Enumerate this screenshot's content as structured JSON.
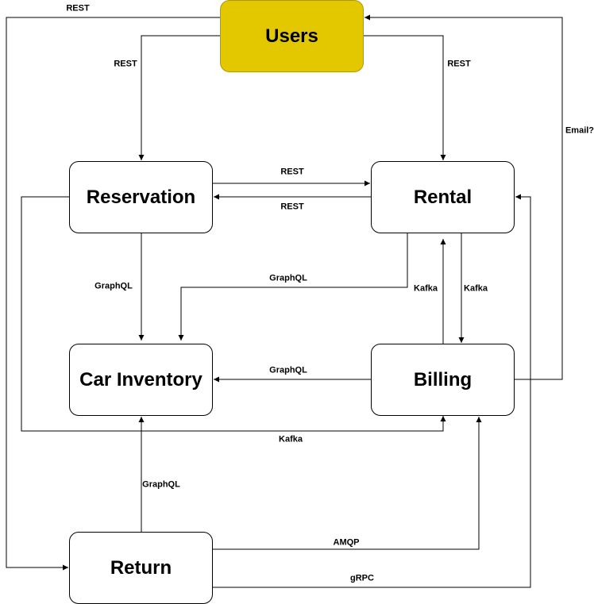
{
  "nodes": {
    "users": "Users",
    "reservation": "Reservation",
    "rental": "Rental",
    "car_inventory": "Car Inventory",
    "billing": "Billing",
    "return": "Return"
  },
  "edges": {
    "users_return": "REST",
    "users_reservation": "REST",
    "users_rental": "REST",
    "billing_users": "Email?",
    "reservation_rental": "REST",
    "rental_reservation": "REST",
    "reservation_carinventory": "GraphQL",
    "rental_carinventory": "GraphQL",
    "rental_billing": "Kafka",
    "billing_rental": "Kafka",
    "billing_carinventory": "GraphQL",
    "reservation_billing": "Kafka",
    "return_carinventory": "GraphQL",
    "return_billing": "AMQP",
    "return_rental": "gRPC"
  },
  "colors": {
    "users_fill": "#e3c800",
    "users_border": "#b09a00",
    "node_fill": "#ffffff",
    "line": "#000000"
  }
}
